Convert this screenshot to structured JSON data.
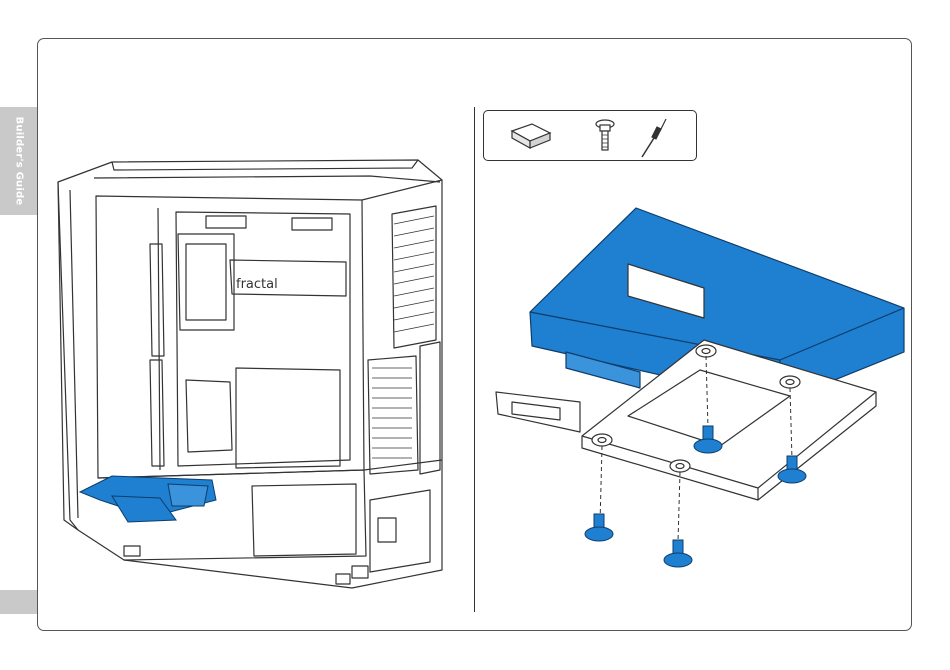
{
  "side_tab": {
    "label": "Builder's Guide"
  },
  "tools": [
    {
      "name": "storage-drive",
      "icon": "drive-icon"
    },
    {
      "name": "mounting-screw",
      "icon": "screw-icon"
    },
    {
      "name": "screwdriver",
      "icon": "screwdriver-icon"
    }
  ],
  "case_logo": {
    "text": "fractal"
  },
  "colors": {
    "highlight": "#1f7fd1",
    "line": "#333333",
    "tab": "#c9c9c9"
  }
}
